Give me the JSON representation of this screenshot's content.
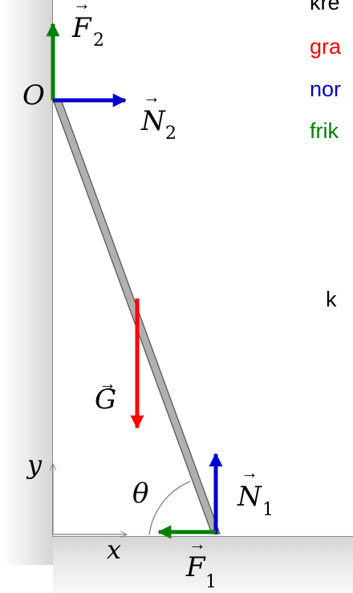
{
  "colors": {
    "gravity": "#ff0000",
    "normal": "#0000cc",
    "friction": "#008000",
    "rod": "#b0b0b0",
    "rod_outline": "#505050",
    "wall": "#e6e6e6",
    "axes": "#808080",
    "text": "#000000"
  },
  "legend": {
    "line1": "kre",
    "gravity": "gra",
    "normal": "nor",
    "friction": "frik",
    "side_text": "k"
  },
  "labels": {
    "origin": "O",
    "angle": "θ",
    "axis_x": "x",
    "axis_y": "y",
    "arrow": "→",
    "F": "F",
    "N": "N",
    "G": "G",
    "sub_1": "1",
    "sub_2": "2"
  },
  "icons": {
    "force_arrow": "arrow-icon",
    "vector_mark": "vector-arrow-icon"
  }
}
